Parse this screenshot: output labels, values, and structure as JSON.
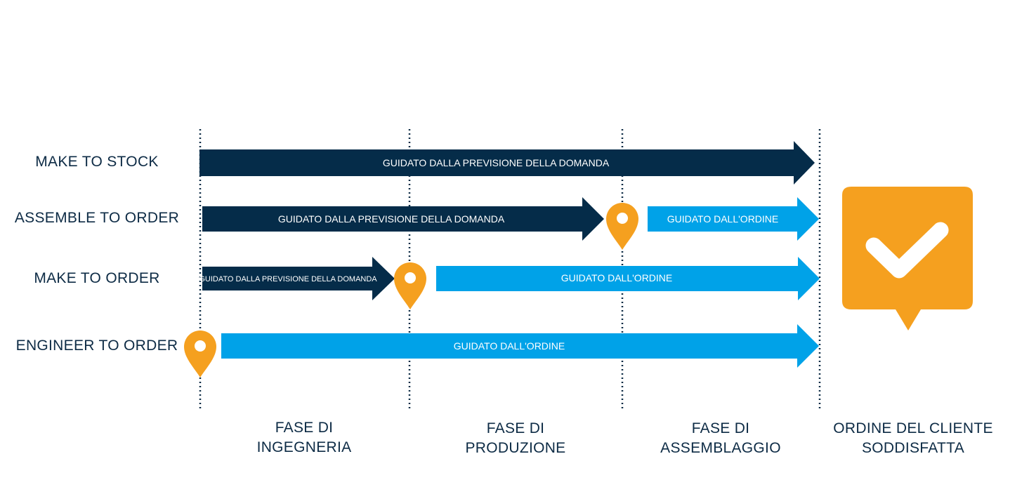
{
  "colors": {
    "dark_arrow": "#052c49",
    "light_arrow": "#00a2e8",
    "marker": "#f5a01f",
    "divider": "#0d2b45",
    "text": "#0d2b45"
  },
  "rows": [
    {
      "label": "MAKE TO STOCK"
    },
    {
      "label": "ASSEMBLE TO ORDER"
    },
    {
      "label": "MAKE TO ORDER"
    },
    {
      "label": "ENGINEER TO ORDER"
    }
  ],
  "arrow_texts": {
    "forecast": "GUIDATO DALLA PREVISIONE DELLA DOMANDA",
    "order": "GUIDATO DALL'ORDINE"
  },
  "phases": [
    {
      "line1": "FASE DI",
      "line2": "INGEGNERIA"
    },
    {
      "line1": "FASE DI",
      "line2": "PRODUZIONE"
    },
    {
      "line1": "FASE DI",
      "line2": "ASSEMBLAGGIO"
    },
    {
      "line1": "ORDINE DEL CLIENTE",
      "line2": "SODDISFATTA"
    }
  ],
  "icons": {
    "decoupling_point": "map-pin-icon",
    "completed": "check-bubble-icon"
  }
}
